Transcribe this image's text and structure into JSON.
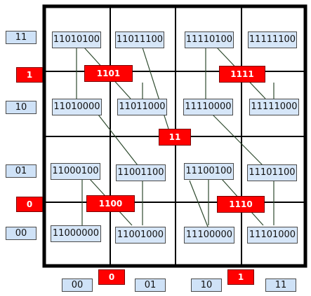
{
  "row_labels": [
    "11",
    "10",
    "01",
    "00"
  ],
  "col_labels": [
    "00",
    "01",
    "10",
    "11"
  ],
  "row_split_bits": [
    "1",
    "0"
  ],
  "col_split_bits": [
    "0",
    "1"
  ],
  "center_node": "11",
  "quadrant_nodes": [
    "1101",
    "1111",
    "1100",
    "1110"
  ],
  "leaves": [
    "11010100",
    "11011100",
    "11110100",
    "11111100",
    "11010000",
    "11011000",
    "11110000",
    "11111000",
    "11000100",
    "11001100",
    "11100100",
    "11101100",
    "11000000",
    "11001000",
    "11100000",
    "11101000"
  ],
  "colors": {
    "node": "#ff0000",
    "leaf": "#d6e6f8",
    "grid": "#000000",
    "connector": "#2e4a2e"
  }
}
